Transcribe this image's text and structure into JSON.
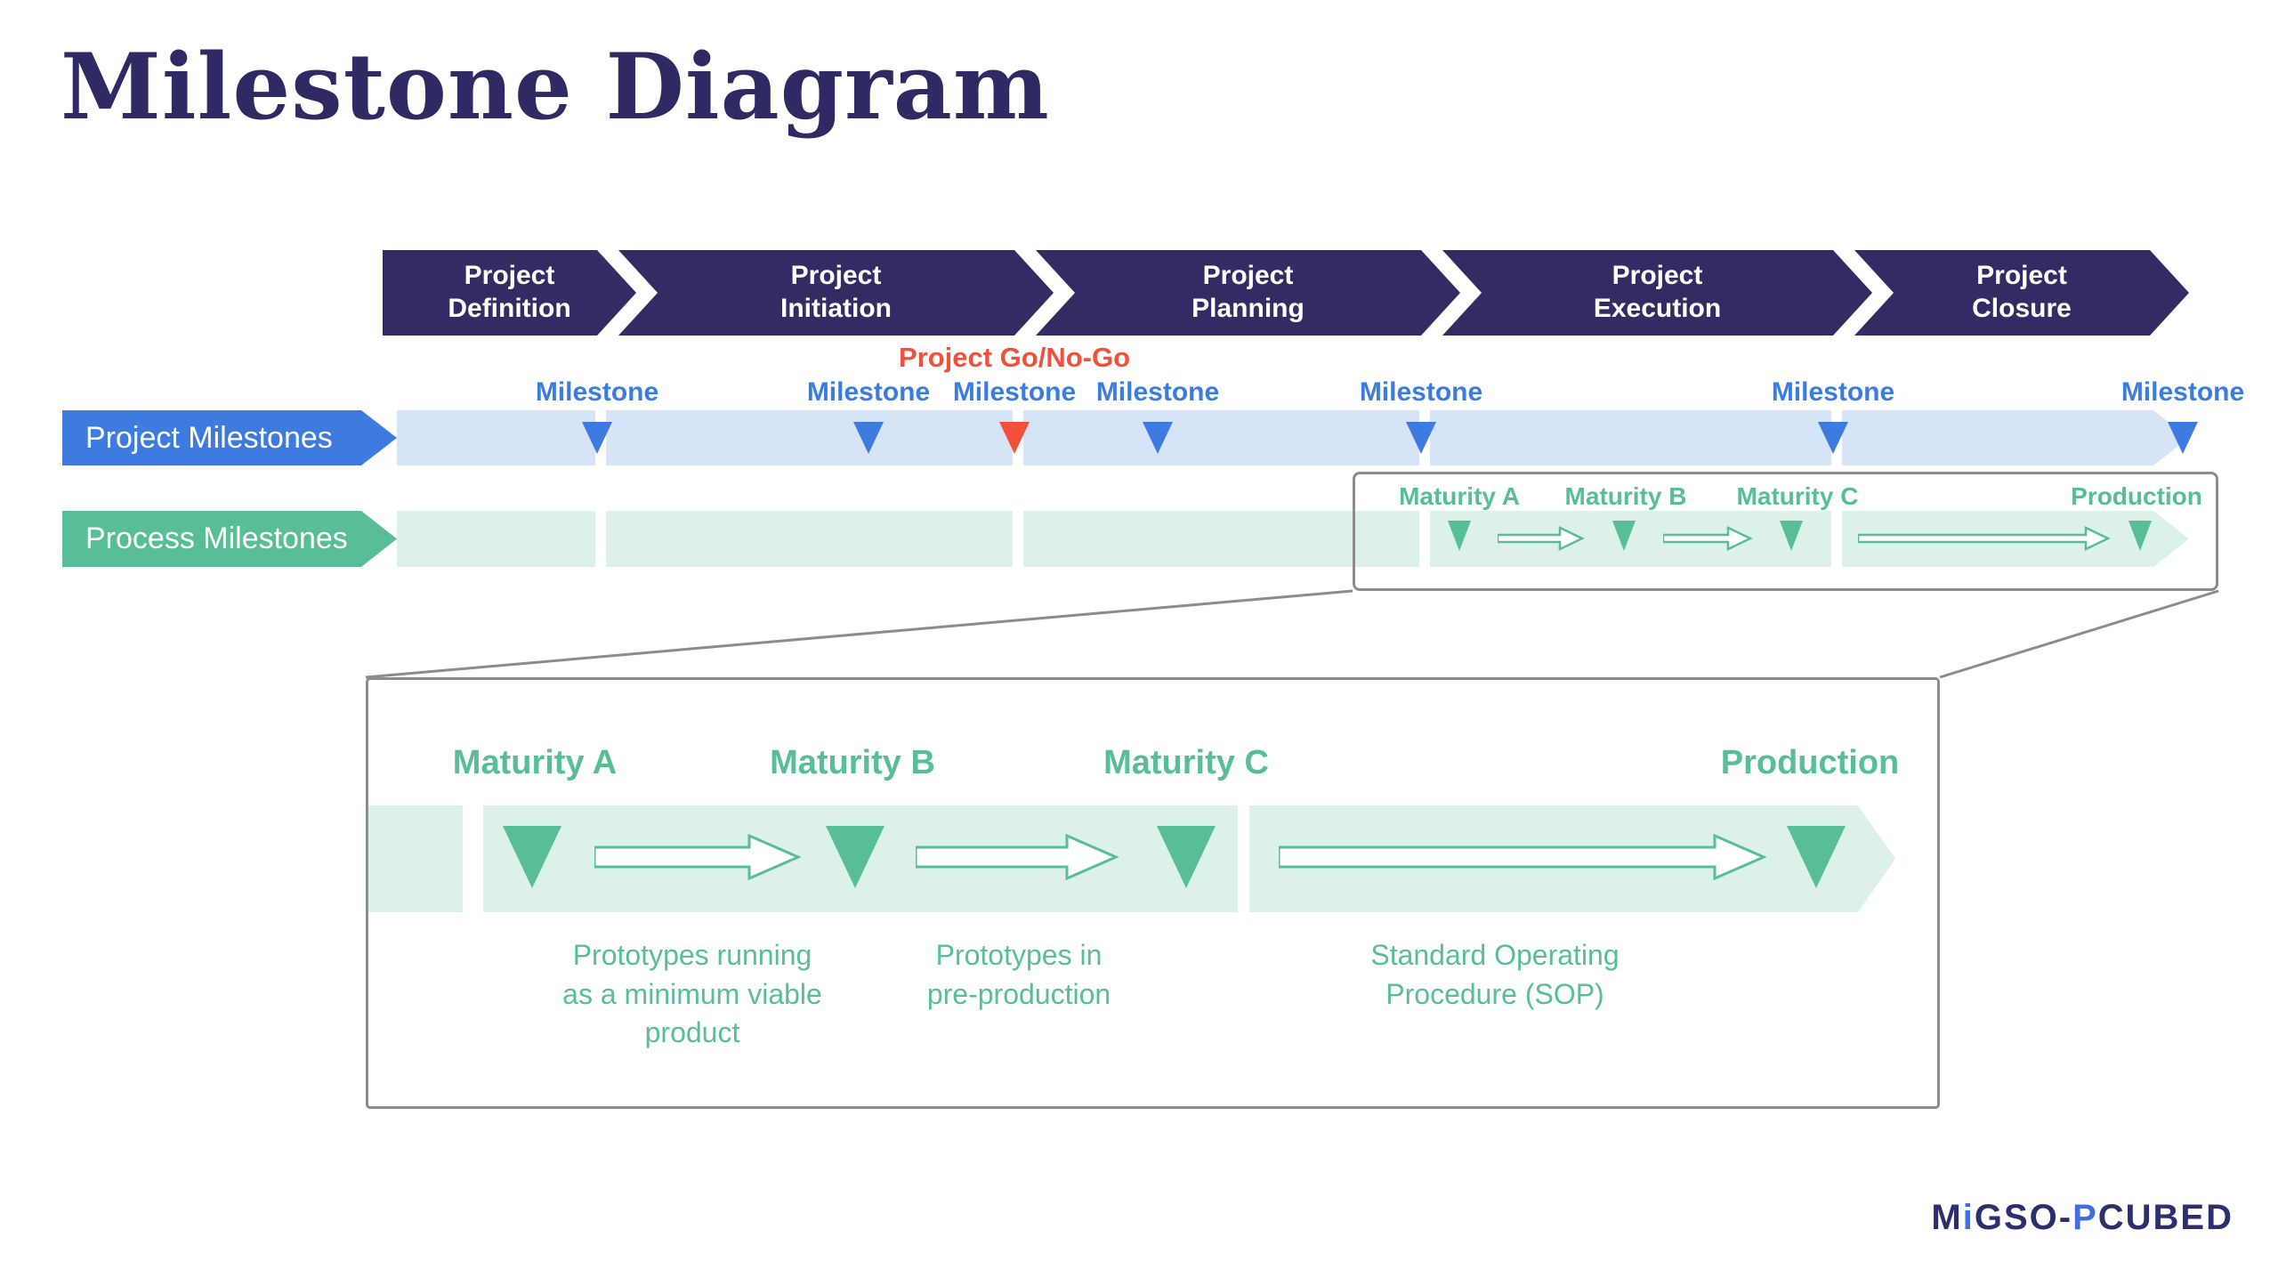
{
  "title": "Milestone Diagram",
  "phases": [
    "Project Definition",
    "Project Initiation",
    "Project Planning",
    "Project Execution",
    "Project Closure"
  ],
  "project_row": {
    "label": "Project Milestones",
    "go_no_go": "Project Go/No-Go",
    "milestones": [
      {
        "label": "Milestone",
        "variant": "standard"
      },
      {
        "label": "Milestone",
        "variant": "standard"
      },
      {
        "label": "Milestone",
        "variant": "go-no-go"
      },
      {
        "label": "Milestone",
        "variant": "standard"
      },
      {
        "label": "Milestone",
        "variant": "standard"
      },
      {
        "label": "Milestone",
        "variant": "standard"
      },
      {
        "label": "Milestone",
        "variant": "standard"
      }
    ]
  },
  "process_row": {
    "label": "Process Milestones",
    "stages": [
      {
        "label": "Maturity A"
      },
      {
        "label": "Maturity B"
      },
      {
        "label": "Maturity C"
      },
      {
        "label": "Production"
      }
    ]
  },
  "detail_panel": {
    "stages": [
      {
        "label": "Maturity A"
      },
      {
        "label": "Maturity B"
      },
      {
        "label": "Maturity C"
      },
      {
        "label": "Production"
      }
    ],
    "transitions": [
      {
        "description": "Prototypes running as a minimum viable product"
      },
      {
        "description": "Prototypes in pre-production"
      },
      {
        "description": "Standard Operating Procedure (SOP)"
      }
    ]
  },
  "logo": {
    "segments": [
      {
        "text": "M"
      },
      {
        "text": "i"
      },
      {
        "text": "GSO-"
      },
      {
        "text": "P"
      },
      {
        "text": "CUBED"
      }
    ]
  },
  "colors": {
    "navy": "#332C64",
    "title_navy": "#2F2A63",
    "blue": "#3D7BE0",
    "light_blue": "#D6E4F8",
    "red": "#F3503C",
    "green": "#58BE98",
    "light_green": "#DCF1E8",
    "outline_gray": "#8C8C8C",
    "logo_navy": "#2B2F6E",
    "logo_blue": "#3E6FE2"
  }
}
